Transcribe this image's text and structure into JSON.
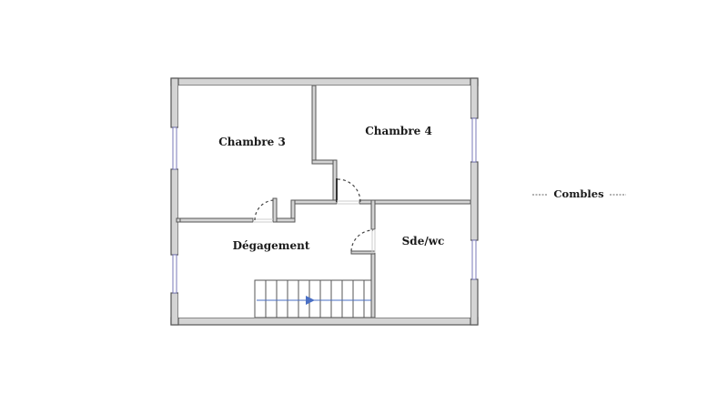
{
  "plan": {
    "type": "floor-plan",
    "colors": {
      "wall_fill": "#d4d4d4",
      "wall_stroke": "#555555",
      "window": "#7a7ab8",
      "stair_arrow": "#4a6fc4",
      "text": "#1a1a1a"
    },
    "rooms": [
      {
        "id": "chambre-3",
        "label": "Chambre 3"
      },
      {
        "id": "chambre-4",
        "label": "Chambre 4"
      },
      {
        "id": "degagement",
        "label": "Dégagement"
      },
      {
        "id": "sde-wc",
        "label": "Sde/wc"
      }
    ],
    "attic": {
      "label": "Combles"
    },
    "stairs": {
      "tread_count": 11,
      "direction": "right"
    },
    "windows": [
      {
        "side": "left",
        "room": "chambre-3"
      },
      {
        "side": "left",
        "room": "degagement"
      },
      {
        "side": "right",
        "room": "chambre-4"
      },
      {
        "side": "right",
        "room": "sde-wc"
      }
    ],
    "doors": [
      {
        "room": "chambre-3"
      },
      {
        "room": "chambre-4"
      },
      {
        "room": "sde-wc"
      }
    ]
  }
}
